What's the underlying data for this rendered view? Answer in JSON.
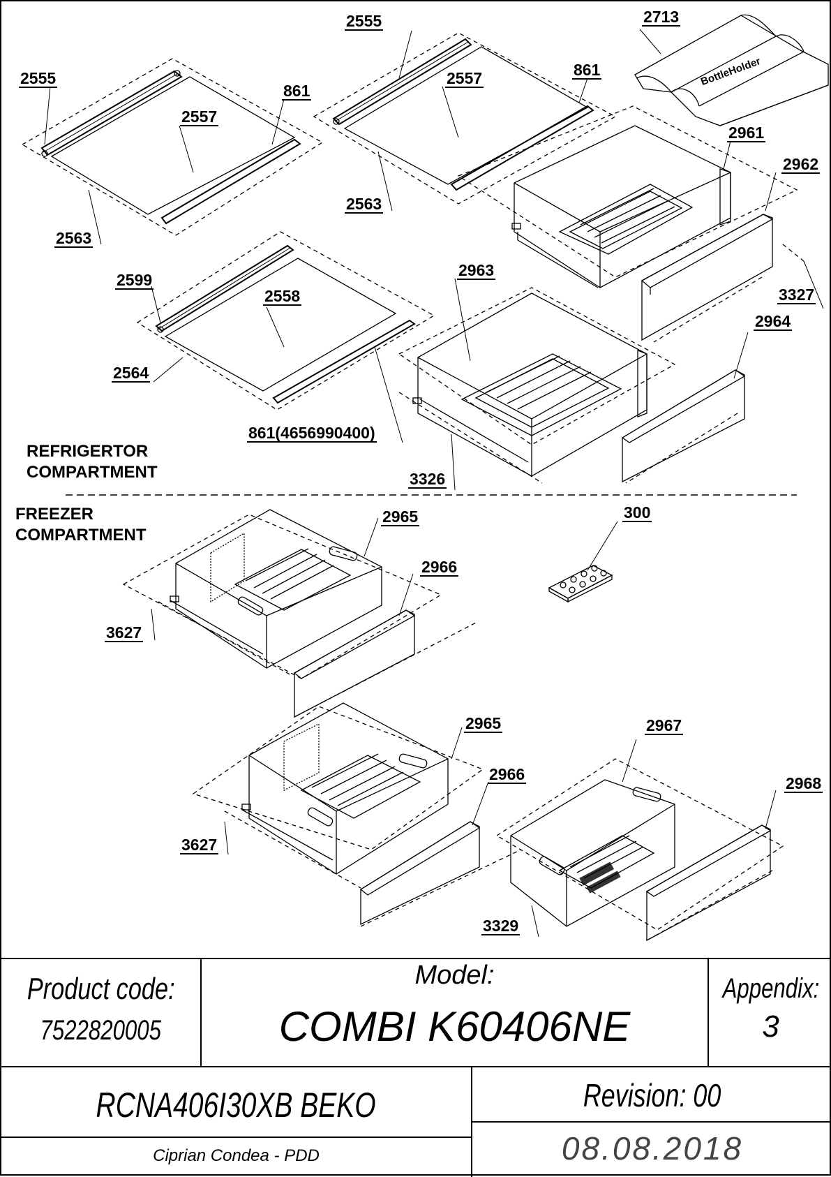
{
  "drawing": {
    "sections": {
      "refrigerator": [
        "REFRIGERTOR",
        "COMPARTMENT"
      ],
      "freezer": [
        "FREEZER",
        "COMPARTMENT"
      ]
    },
    "labels": {
      "p2555a": "2555",
      "p2557a": "2557",
      "p861a": "861",
      "p2563a": "2563",
      "p2555b": "2555",
      "p2557b": "2557",
      "p861b": "861",
      "p2563b": "2563",
      "p2713": "2713",
      "p2961": "2961",
      "p2962": "2962",
      "p3327": "3327",
      "p2599": "2599",
      "p2558": "2558",
      "p2564": "2564",
      "p861c": "861(4656990400)",
      "p2963": "2963",
      "p2964": "2964",
      "p3326": "3326",
      "p2965a": "2965",
      "p2966a": "2966",
      "p3627a": "3627",
      "p300": "300",
      "p2965b": "2965",
      "p2966b": "2966",
      "p3627b": "3627",
      "p2967": "2967",
      "p2968": "2968",
      "p3329": "3329"
    },
    "bottle_holder_text": "BottleHolder"
  },
  "title_block": {
    "product_code_label": "Product code:",
    "product_code": "7522820005",
    "model_label": "Model:",
    "model": "COMBI K60406NE",
    "appendix_label": "Appendix:",
    "appendix": "3",
    "name": "RCNA406I30XB BEKO",
    "revision": "Revision: 00",
    "author": "Ciprian Condea - PDD",
    "date": "08.08.2018"
  }
}
